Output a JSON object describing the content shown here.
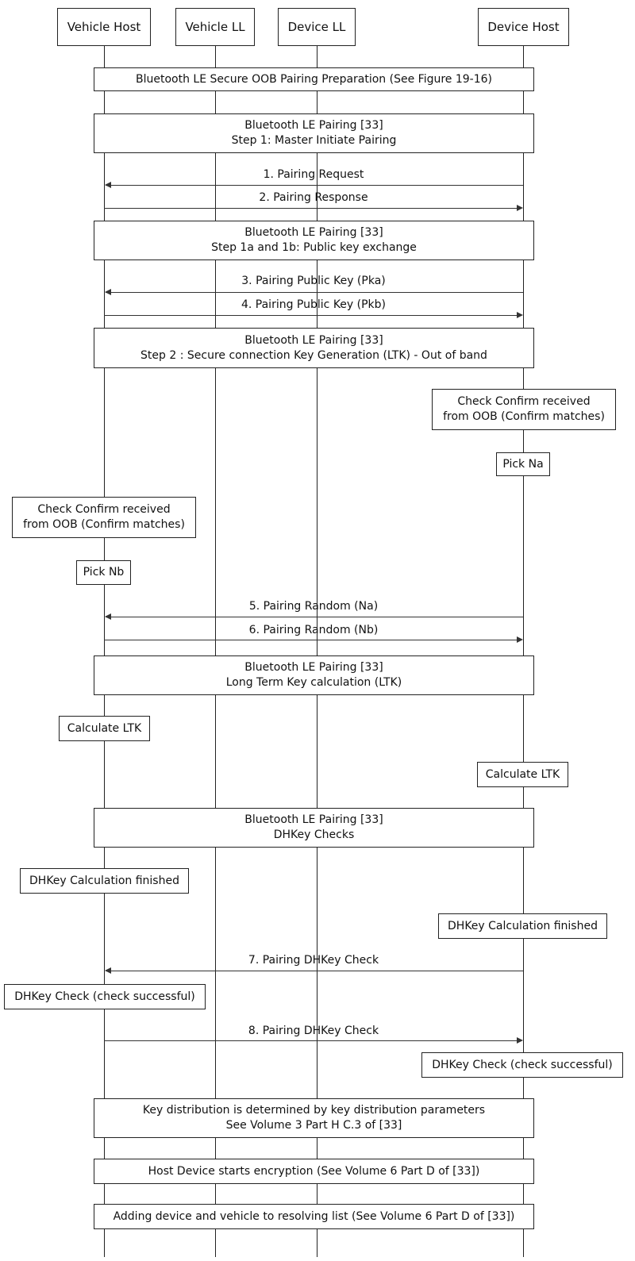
{
  "participants": [
    {
      "id": "vehicle-host",
      "label": "Vehicle Host"
    },
    {
      "id": "vehicle-ll",
      "label": "Vehicle LL"
    },
    {
      "id": "device-ll",
      "label": "Device LL"
    },
    {
      "id": "device-host",
      "label": "Device Host"
    }
  ],
  "phases": {
    "oob_prep": {
      "line1": "Bluetooth LE Secure OOB Pairing Preparation (See Figure 19-16)"
    },
    "step1": {
      "line1": "Bluetooth LE Pairing [33]",
      "line2": "Step 1: Master Initiate Pairing"
    },
    "step1ab": {
      "line1": "Bluetooth LE Pairing [33]",
      "line2": "Step 1a and 1b: Public key exchange"
    },
    "step2": {
      "line1": "Bluetooth LE Pairing [33]",
      "line2": "Step 2 : Secure connection Key Generation (LTK) - Out of band"
    },
    "ltk_calc": {
      "line1": "Bluetooth LE Pairing [33]",
      "line2": "Long Term Key calculation (LTK)"
    },
    "dhkey": {
      "line1": "Bluetooth LE Pairing [33]",
      "line2": "DHKey Checks"
    },
    "key_dist": {
      "line1": "Key distribution is determined by key distribution parameters",
      "line2": "See Volume 3 Part H C.3 of [33]"
    },
    "encryption": {
      "line1": "Host Device starts encryption (See Volume 6 Part D of [33])"
    },
    "resolving": {
      "line1": "Adding device and vehicle to resolving list (See Volume 6 Part D of [33])"
    }
  },
  "messages": {
    "m1": "1. Pairing Request",
    "m2": "2. Pairing Response",
    "m3": "3. Pairing Public Key (Pka)",
    "m4": "4. Pairing Public Key (Pkb)",
    "m5": "5. Pairing Random (Na)",
    "m6": "6. Pairing Random (Nb)",
    "m7": "7. Pairing DHKey Check",
    "m8": "8. Pairing DHKey Check"
  },
  "notes": {
    "device_confirm": {
      "line1": "Check Confirm received",
      "line2": "from OOB (Confirm matches)"
    },
    "device_pick": "Pick Na",
    "vehicle_confirm": {
      "line1": "Check Confirm received",
      "line2": "from OOB (Confirm matches)"
    },
    "vehicle_pick": "Pick Nb",
    "vehicle_calc_ltk": "Calculate LTK",
    "device_calc_ltk": "Calculate LTK",
    "vehicle_dhkey_calc": "DHKey Calculation finished",
    "device_dhkey_calc": "DHKey Calculation finished",
    "vehicle_dhkey_check": "DHKey Check (check successful)",
    "device_dhkey_check": "DHKey Check (check successful)"
  }
}
